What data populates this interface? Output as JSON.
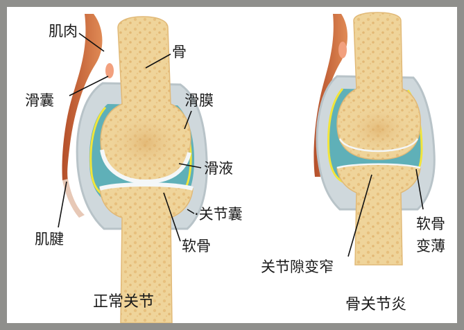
{
  "normal_joint": {
    "caption": "正常关节",
    "labels": {
      "muscle": "肌肉",
      "bone": "骨",
      "bursa": "滑囊",
      "synovium": "滑膜",
      "synovial_fluid": "滑液",
      "capsule": "·关节囊",
      "cartilage": "软骨",
      "tendon": "肌腱"
    }
  },
  "oa_joint": {
    "caption": "骨关节炎",
    "labels": {
      "cartilage_thin_1": "软骨",
      "cartilage_thin_2": "变薄",
      "space_narrow": "关节隙变窄"
    }
  },
  "colors": {
    "background_frame": "#8f8f8c",
    "bone": "#efd49a",
    "bone_texture": "#d9a95f",
    "synovial_fluid": "#5fb0b8",
    "synovium": "#f2e53a",
    "capsule": "#cfd8dc",
    "muscle": "#c86a3c",
    "cartilage": "#f4f7f8"
  }
}
